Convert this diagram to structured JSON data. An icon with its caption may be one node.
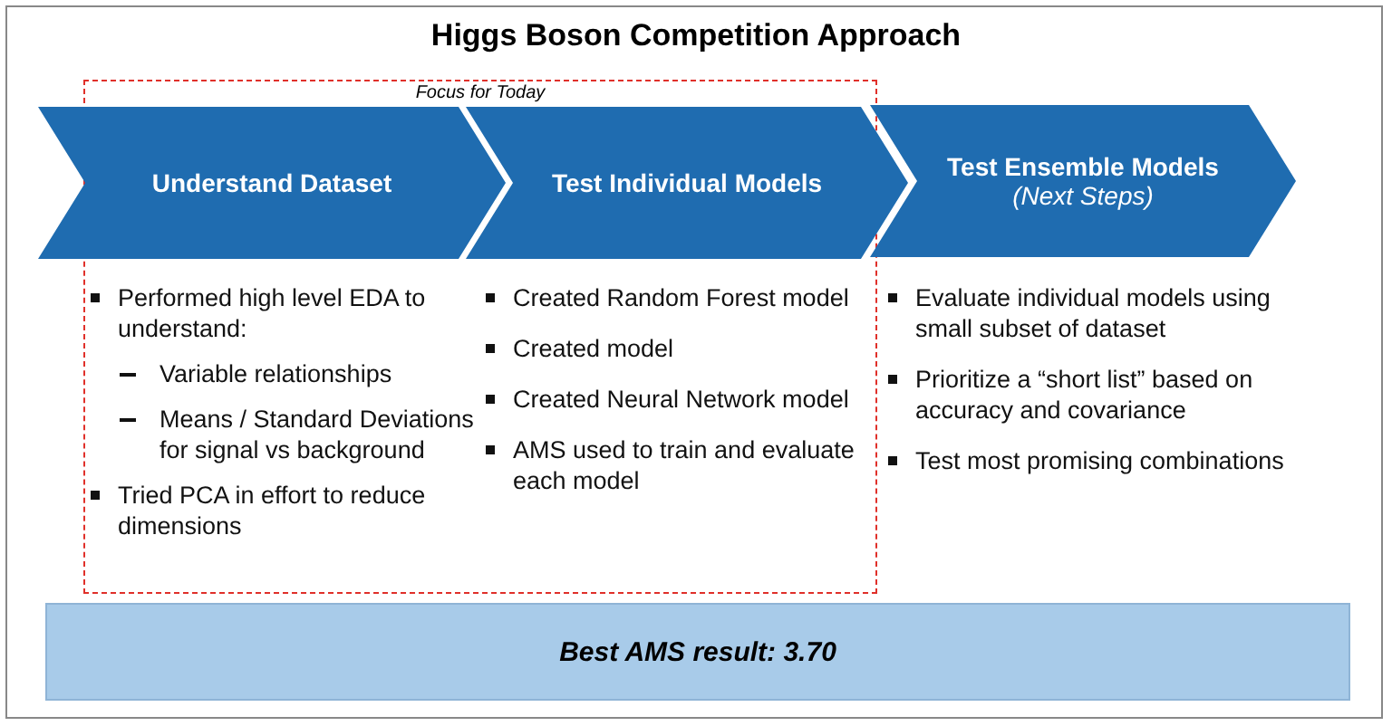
{
  "diagram": {
    "title": "Higgs Boson Competition Approach",
    "nodes": [
      {
        "text": [
          "Focus for Today"
        ]
      },
      {
        "text": [
          "Understand Dataset"
        ],
        "in": 0,
        "beside": [
          "Performed high level EDA to understand:",
          "Variable relationships",
          "Means / Standard Deviations for signal vs background",
          "Tried PCA in effort to reduce dimensions"
        ]
      },
      {
        "text": [
          "Test Individual Models"
        ],
        "in": 0,
        "beside": [
          "Created Random Forest model",
          "Created model",
          "Created Neural Network model",
          "AMS used to train and evaluate each model"
        ]
      },
      {
        "text": [
          "Test Ensemble Models",
          "(Next Steps)"
        ],
        "beside": [
          "Evaluate individual models using small subset of dataset",
          "Prioritize a “short list” based on accuracy and covariance",
          "Test most promising combinations"
        ]
      },
      {
        "text": [
          "Best AMS result: 3.70"
        ]
      }
    ]
  }
}
